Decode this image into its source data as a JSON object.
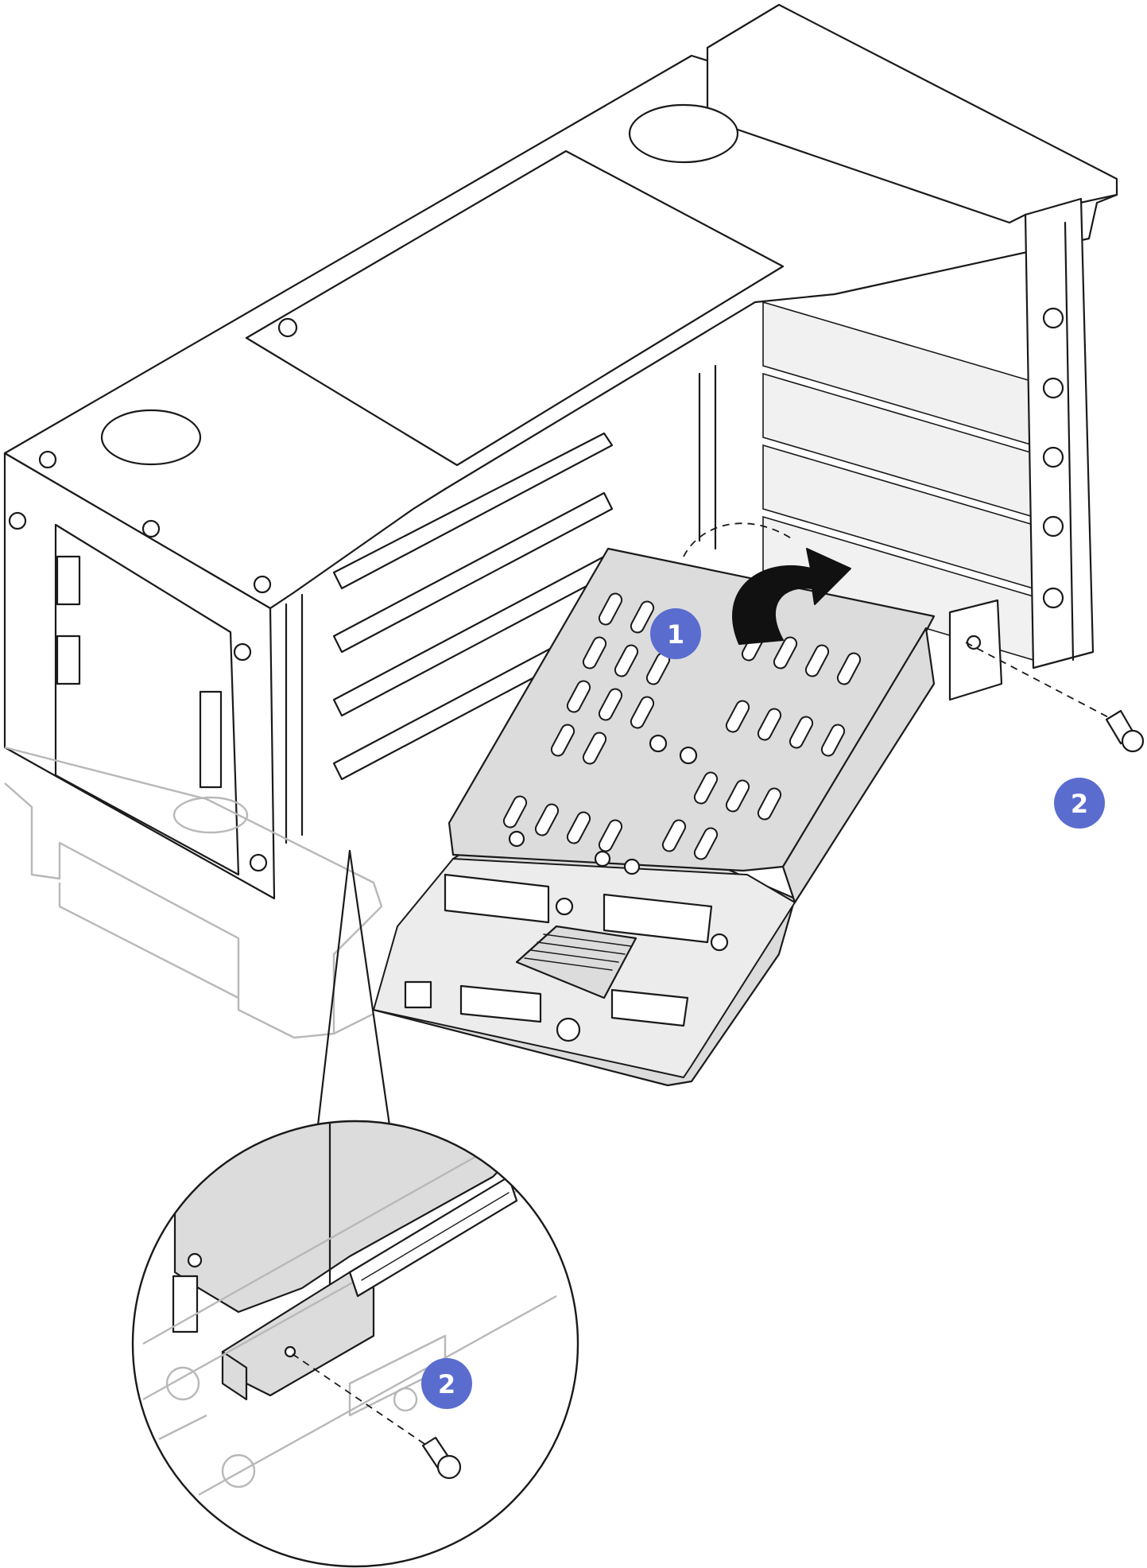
{
  "callouts": [
    {
      "id": "callout-1",
      "label": "1"
    },
    {
      "id": "callout-2-main",
      "label": "2"
    },
    {
      "id": "callout-2-detail",
      "label": "2"
    }
  ],
  "colors": {
    "callout_fill": "#5b6ccf",
    "line": "#1a1a1a",
    "ghost_line": "#b8b8b8",
    "sheet_metal": "#dcdcdc",
    "light_fill": "#ececec"
  },
  "icons": {
    "rotation_arrow": "curved-arrow-icon",
    "screw": "screw-icon"
  }
}
